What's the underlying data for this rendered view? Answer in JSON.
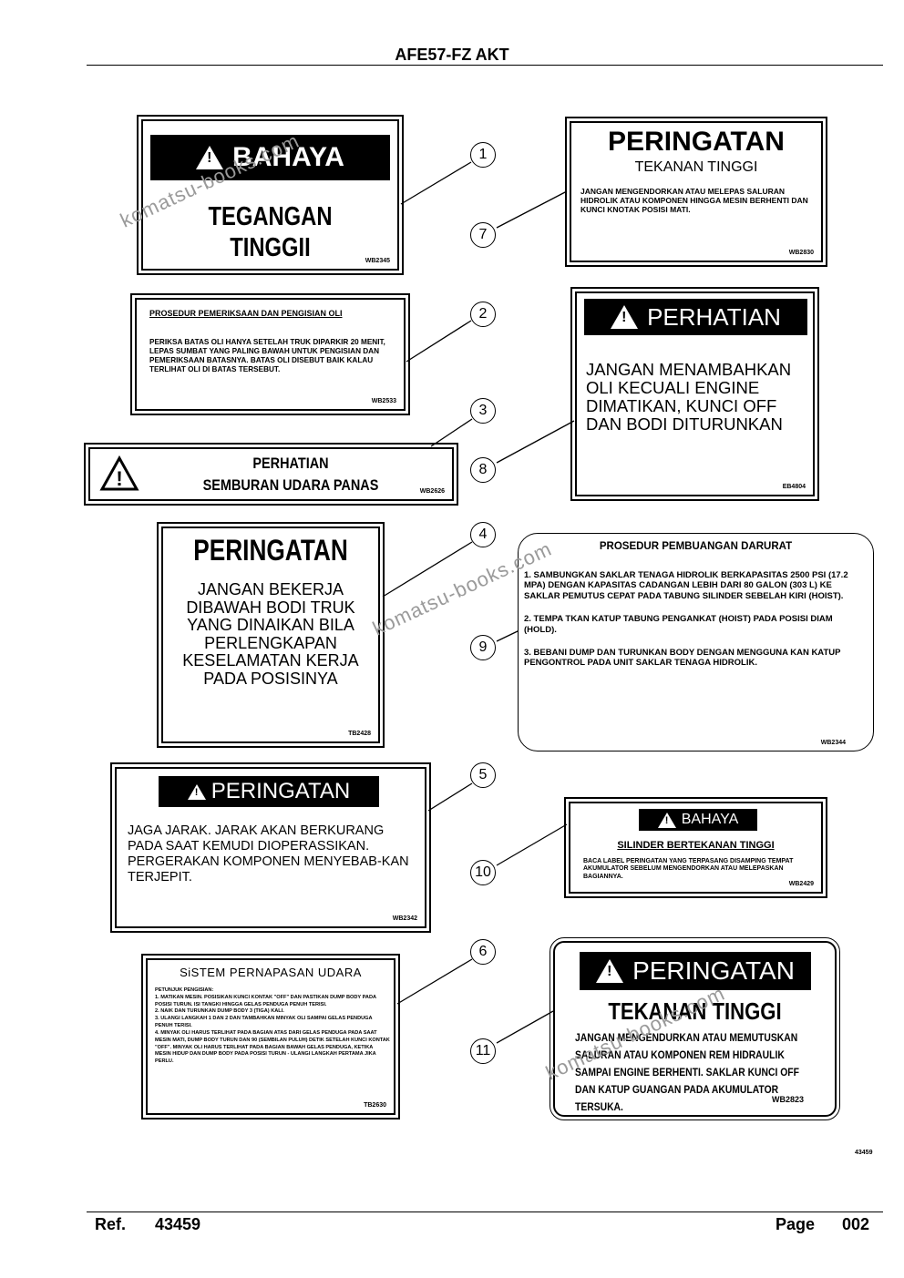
{
  "header": {
    "title": "AFE57-FZ AKT"
  },
  "footer": {
    "ref_label": "Ref.",
    "ref_value": "43459",
    "page_label": "Page",
    "page_value": "002"
  },
  "figure_id": "43459",
  "watermark": "komatsu-books.com",
  "callouts": [
    "1",
    "2",
    "3",
    "4",
    "5",
    "6",
    "7",
    "8",
    "9",
    "10",
    "11"
  ],
  "labels": {
    "l1": {
      "title": "BAHAYA",
      "body1": "TEGANGAN",
      "body2": "TINGGII",
      "code": "WB2345"
    },
    "l2": {
      "title": "PROSEDUR PEMERIKSAAN DAN PENGISIAN OLI",
      "body": "PERIKSA BATAS OLI HANYA SETELAH TRUK DIPARKIR 20 MENIT, LEPAS SUMBAT YANG PALING BAWAH UNTUK PENGISIAN DAN PEMERIKSAAN BATASNYA. BATAS OLI DISEBUT BAIK KALAU TERLIHAT OLI DI BATAS TERSEBUT.",
      "code": "WB2533"
    },
    "l3": {
      "title": "PERHATIAN",
      "body": "SEMBURAN UDARA PANAS",
      "code": "WB2626"
    },
    "l4": {
      "title": "PERINGATAN",
      "body": "JANGAN BEKERJA DIBAWAH BODI TRUK YANG DINAIKAN BILA PERLENGKAPAN KESELAMATAN KERJA PADA POSISINYA",
      "code": "TB2428"
    },
    "l5": {
      "title": "PERINGATAN",
      "body": "JAGA JARAK. JARAK AKAN BERKURANG PADA SAAT KEMUDI DIOPERASSIKAN. PERGERAKAN KOMPONEN MENYEBAB-KAN TERJEPIT.",
      "code": "WB2342"
    },
    "l6": {
      "title": "SiSTEM PERNAPASAN UDARA",
      "intro": "PETUNJUK PENGISIAN:",
      "steps": [
        "1. MATIKAN MESIN. POSISIKAN KUNCI KONTAK \"OFF\" DAN PASTIKAN DUMP BODY PADA POSISI TURUN. ISI TANGKI HINGGA GELAS PENDUGA PENUH TERISI.",
        "2. NAIK DAN TURUNKAN DUMP BODY 3 (TIGA) KALI.",
        "3. ULANGI LANGKAH 1 DAN 2 DAN TAMBAHKAN MINYAK OLI SAMPAI GELAS PENDUGA PENUH TERISI.",
        "4. MINYAK OLI HARUS TERLIHAT PADA BAGIAN ATAS DARI GELAS PENDUGA PADA SAAT MESIN MATI, DUMP BODY TURUN DAN 90 (SEMBILAN PULUH) DETIK SETELAH KUNCI KONTAK \"OFF\". MINYAK OLI HARUS TERLIHAT PADA BAGIAN BAWAH GELAS PENDUGA, KETIKA MESIN HIDUP DAN DUMP BODY PADA POSISI TURUN - ULANGI LANGKAH PERTAMA JIKA PERLU."
      ],
      "code": "TB2630"
    },
    "l7": {
      "title": "PERINGATAN",
      "subtitle": "TEKANAN TINGGI",
      "body": "JANGAN MENGENDORKAN ATAU MELEPAS SALURAN HIDROLIK ATAU KOMPONEN HINGGA MESIN BERHENTI DAN KUNCI KNOTAK POSISI MATI.",
      "code": "WB2830"
    },
    "l8": {
      "title": "PERHATIAN",
      "body": "JANGAN MENAMBAHKAN OLI KECUALI ENGINE DIMATIKAN, KUNCI OFF DAN BODI DITURUNKAN",
      "code": "EB4804"
    },
    "l9": {
      "title": "PROSEDUR PEMBUANGAN DARURAT",
      "steps": [
        "1. SAMBUNGKAN SAKLAR TENAGA HIDROLIK BERKAPASITAS 2500 PSI (17.2 MPA) DENGAN KAPASITAS CADANGAN LEBIH DARI 80 GALON (303 L) KE SAKLAR PEMUTUS CEPAT PADA TABUNG SILINDER SEBELAH KIRI (HOIST).",
        "2. TEMPA TKAN KATUP TABUNG PENGANKAT (HOIST) PADA POSISI DIAM (HOLD).",
        "3. BEBANI DUMP DAN TURUNKAN BODY DENGAN MENGGUNA KAN KATUP PENGONTROL PADA UNIT SAKLAR TENAGA HIDROLIK."
      ],
      "code": "WB2344"
    },
    "l10": {
      "title": "BAHAYA",
      "subtitle": "SILINDER BERTEKANAN TINGGI",
      "body": "BACA LABEL PERINGATAN YANG TERPASANG DISAMPING TEMPAT AKUMULATOR SEBELUM MENGENDORKAN ATAU MELEPASKAN BAGIANNYA.",
      "code": "WB2429"
    },
    "l11": {
      "title": "PERINGATAN",
      "subtitle": "TEKANAN TINGGI",
      "body": "JANGAN MENGENDURKAN ATAU MEMUTUSKAN SALURAN ATAU KOMPONEN REM HIDRAULIK SAMPAI ENGINE BERHENTI. SAKLAR KUNCI OFF DAN KATUP GUANGAN PADA AKUMULATOR TERSUKA.",
      "code": "WB2823"
    }
  }
}
